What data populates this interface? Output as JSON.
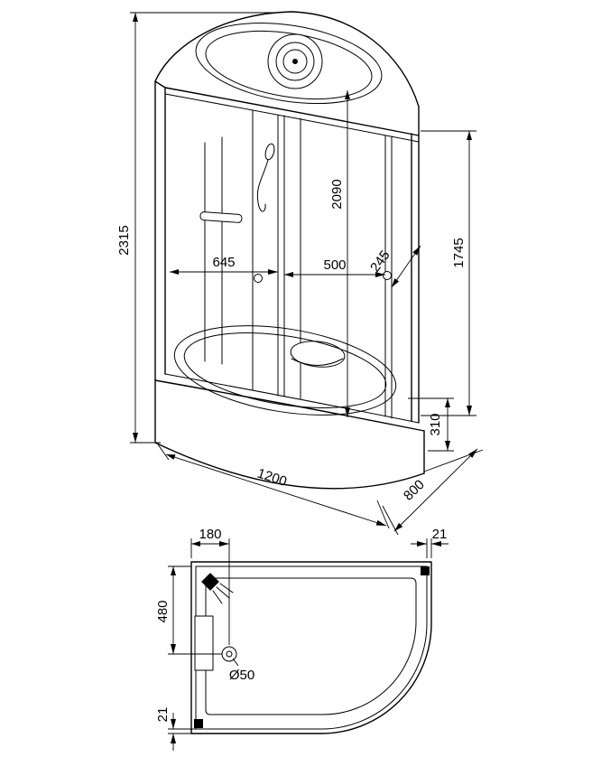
{
  "colors": {
    "line": "#000000",
    "background": "#ffffff"
  },
  "perspective_view": {
    "dimensions": {
      "overall_height": "2315",
      "left_glass_width": "645",
      "door_opening": "500",
      "side_panel": "245",
      "inner_height": "2090",
      "frame_height": "1745",
      "tray_height": "310",
      "width": "1200",
      "depth": "800"
    }
  },
  "plan_view": {
    "dimensions": {
      "offset_x": "180",
      "wall_gap_top": "21",
      "offset_y": "480",
      "drain_diameter": "Ø50",
      "wall_gap_bottom": "21"
    }
  }
}
